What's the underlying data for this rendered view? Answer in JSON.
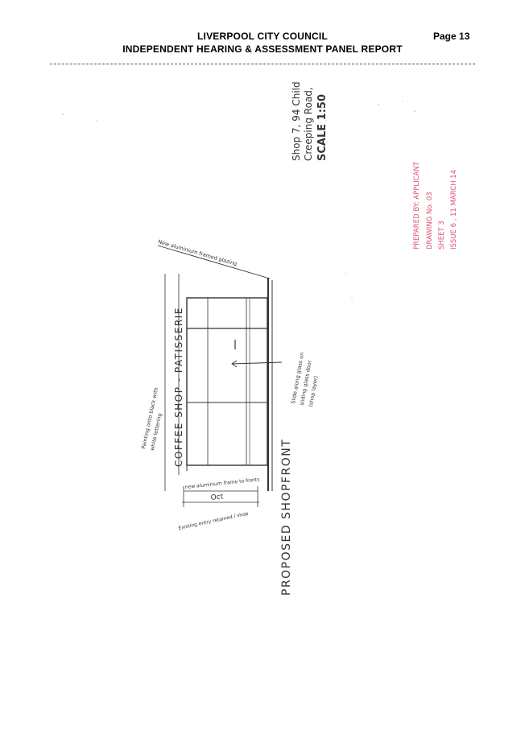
{
  "header": {
    "line1": "LIVERPOOL CITY COUNCIL",
    "line2": "INDEPENDENT HEARING & ASSESSMENT PANEL REPORT",
    "page": "Page 13"
  },
  "drawing": {
    "title_lines": [
      "Shop 7, 94 Child",
      "Creeping Road,",
      "SCALE 1:50"
    ],
    "prepared": [
      "PREPARED BY: APPLICANT",
      "DRAWING No. 03",
      "SHEET 3",
      "ISSUE 6 , 11 MARCH 14"
    ],
    "proposed": "PROPOSED SHOPFRONT",
    "sign": "COFFEE SHOP - PATISSERIE",
    "note_lettering": [
      "Painting onto black with",
      "white lettering"
    ],
    "note_glass": [
      "Slide along glass on",
      "sliding glass door",
      "(shop layer)"
    ],
    "note_top": "New aluminium framed glazing",
    "dim_row1": "new aluminium frame to fronts",
    "dim_value": "Oct",
    "note_bottom": "Existing entry retained / shop"
  }
}
